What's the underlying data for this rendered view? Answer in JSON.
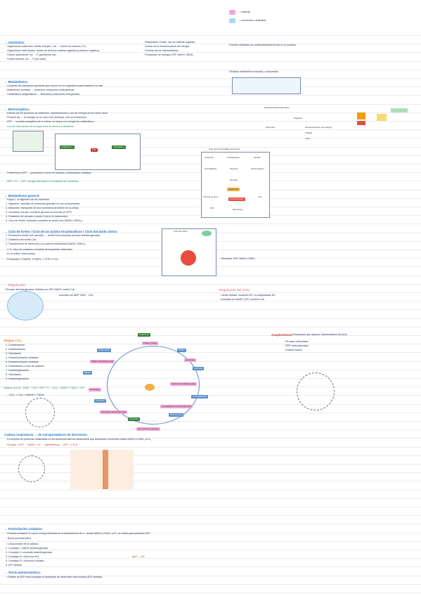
{
  "legend": {
    "items": [
      {
        "label": "→ enzimas",
        "color": "#f4a6d7"
      },
      {
        "label": "→ coenzimas o sustratos",
        "color": "#a6dcf4"
      }
    ]
  },
  "sections": {
    "autotrofos": {
      "title": "→ Autótrofos:",
      "lines": [
        "· Organismos autótrofos: fuente energía = luz → fuente de carbono CO₂",
        "· Organismos heterótrofos: fuente de carbono materia orgánica (consumo orgánico)",
        "· Fuente quimiótrofa: luz → E (pertinente luz)",
        "· Fuente litótrofa: luz → E (luz solar)"
      ],
      "right_lines": [
        "· Respiración celular: uso de materia orgánica",
        "· Fuente de la transformación de energía",
        "· Proceso de los intermediarios",
        "· Producción de energía: ATP, NADH, FADH₂"
      ],
      "far_right": "· Fuentes utilizadas por autótrofos/heterótrofos en el proceso",
      "far_right_2": "· Relación metabólica funcional y compartida"
    },
    "metabolismo": {
      "title": "→ Metabolismo:",
      "lines": [
        "· Conjunto de reacciones químicas que ocurren en el organismo para mantener la vida",
        "  · Anabolismo (síntesis → consumo) reacciones endergónicas",
        "  · Catabolismo (degradación → liberación) reacciones exergónicas"
      ]
    },
    "bioenergetica": {
      "title": "→ Bioenergética:",
      "lines": [
        "· Estudio de los procesos de obtención, transformación y uso de energía en los seres vivos",
        "· Primera ley → la energía no se crea ni se destruye, solo se transforma",
        "· ATP → moneda energética de la célula; se forma con energía de catabolismo",
        "· Ley del intercambio de energía entre la célula y el ambiente"
      ],
      "diagram_labels": {
        "a": "Energía química alimentos",
        "b": "Digestión",
        "c": "Absorción",
        "d": "Almacenamiento de energía",
        "e": "Trabajo",
        "f": "Calor"
      }
    },
    "fosforilacion": {
      "lines": [
        "· Fosforilación ATP → producción a nivel de sustrato y fosforilación oxidativa",
        "· ADP + Pi → ATP: energía liberada en la oxidación de nutrientes"
      ]
    },
    "metabolismo_general": {
      "title": "→ Metabolismo general:",
      "lines": [
        "· Etapa 1: la digestión de los nutrientes",
        "  1. Digestión: hidrólisis de moléculas grandes en sus componentes",
        "  2. Absorción: transporte de los monómeros al interior de la célula",
        "  3. Glucólisis: vía que convierte glucosa en piruvato (2 ATP)",
        "  4. Oxidación del piruvato a acetil-CoA en la mitocondria",
        "  5. Ciclo de Krebs: oxidación completa de acetil-CoA (NADH, FADH₂)"
      ],
      "diagram_title": "Vías de los principales nutrientes",
      "diagram_nodes": [
        "Proteínas",
        "Polisacáridos",
        "Lípidos",
        "Aminoácidos",
        "Glucosa",
        "Ácidos grasos",
        "Piruvato",
        "Acetil CoA",
        "Ciclo de Krebs",
        "Ciclo de la urea",
        "ATP",
        "Electrones",
        "CO₂"
      ]
    },
    "krebs": {
      "title": "→ Ciclo de Krebs / Ciclo de los ácidos tricarboxílicos / Ciclo del ácido cítrico:",
      "lines": [
        "1. Producción acetil-CoA: piruvato → acetil-CoA (complejo piruvato deshidrogenasa)",
        "2. Oxidación del acetil-CoA",
        "3. Transferencia de electrones a la cadena respiratoria (NADH, FADH₂)",
        "· C.K.: fase de oxidación completa del esqueleto carbonado",
        "· En la matriz mitocondrial",
        "· Producción: 3 NADH, 1 FADH₂, 1 GTP, 2 CO₂"
      ],
      "side_note": "· Generado: ATP, NADH, FADH₂",
      "diagram_title": "Ciclo de Krebs"
    },
    "regulacion": {
      "title": "→ Regulación:",
      "lines": [
        "Piruvato deshidrogenasa: inhibida por ATP, NADH, acetil-CoA",
        "Activada por AMP, NAD⁺, CoA"
      ],
      "right_title": "Regulación del ciclo:",
      "right_lines": [
        "· Citrato sintasa, isocitrato DH, α-cetoglutarato DH",
        "· Inhibidas por NADH, ATP, succinil-CoA"
      ]
    },
    "etapas": {
      "title": "Etapas C.K.:",
      "lines": [
        "1. Condensación",
        "2. Deshidratación",
        "3. Hidratación",
        "4. Descarboxilación oxidativa",
        "5. Descarboxilación oxidativa",
        "6. Fosforilación a nivel de sustrato",
        "7. Deshidrogenación",
        "8. Hidratación",
        "9. Deshidrogenación"
      ],
      "balance": "Balance: AcCoA + 3NAD⁺ + FAD + GDP + Pi → 2CO₂ + 3NADH + FADH₂ + GTP",
      "balance2": "→ 2CO₂ + CoA + 3NADH + FADH₂"
    },
    "cycle_nodes": [
      "Acetil CoA",
      "Citrato",
      "Isocitrato",
      "α-cetoglutarato",
      "Succinil CoA",
      "Succinato",
      "Fumarato",
      "Malato",
      "Oxalacetato",
      "Citrato sintasa",
      "Aconitasa",
      "Isocitrato deshidrogenasa",
      "α-cetoglutarato deshidrogenasa",
      "Succinil CoA sintetasa",
      "Succinato deshidrogenasa",
      "Fumarasa",
      "Malato deshidrogenasa"
    ],
    "anapleroticas": {
      "title": "Anapleróticas:",
      "lines": [
        "· Reacciones que reponen intermediarios del ciclo",
        "· Piruvato carboxilasa",
        "· PEP carboxiquinasa",
        "· Enzima málica"
      ]
    },
    "cadena": {
      "title": "Cadena respiratoria → de transportadores de electrones:",
      "lines": [
        "· El conjunto de proteínas localizadas en la membrana interna mitocondrial que transfieren electrones desde NADH y FADH₂ al O₂",
        "· Piruvato + ATP → NADH + H⁺ → transferencia → ATP + 2 H₂O"
      ]
    },
    "fosforilacion_oxidativa": {
      "title": "→ Fosforilación oxidativa:",
      "lines": [
        "· Proceso mediante el cual la energía liberada en la transferencia de e⁻ desde NADH y FADH₂ al O₂ se utiliza para sintetizar ATP",
        "· Teoría quimiosmótica",
        "· Componentes de la cadena:",
        "  1. Complejo I: NADH deshidrogenasa",
        "  2. Complejo II: succinato deshidrogenasa",
        "  3. Complejo III: citocromo bc1",
        "  4. Complejo IV: citocromo oxidasa",
        "  5. ATP sintasa"
      ],
      "side": "ΔpH → ΔG",
      "footer_title": "→ Teoría quimiosmótica:",
      "footer": "· Síntesis de ATP está acoplada al transporte de electrones mitocondrial (ATP sintasa)"
    }
  }
}
